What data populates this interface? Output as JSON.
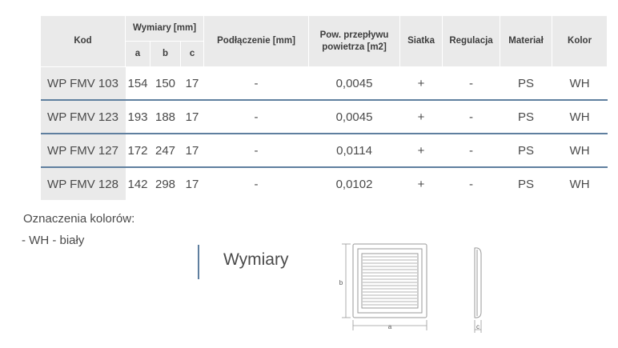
{
  "table": {
    "headers": {
      "kod": "Kod",
      "wymiary": "Wymiary [mm]",
      "a": "a",
      "b": "b",
      "c": "c",
      "podlaczenie": "Podłączenie [mm]",
      "pow_line1": "Pow. przepływu",
      "pow_line2": "powietrza [m2]",
      "siatka": "Siatka",
      "regulacja": "Regulacja",
      "material": "Materiał",
      "kolor": "Kolor"
    },
    "rows": [
      {
        "kod": "WP FMV 103",
        "a": "154",
        "b": "150",
        "c": "17",
        "podlaczenie": "-",
        "pow": "0,0045",
        "siatka": "+",
        "regulacja": "-",
        "material": "PS",
        "kolor": "WH"
      },
      {
        "kod": "WP FMV 123",
        "a": "193",
        "b": "188",
        "c": "17",
        "podlaczenie": "-",
        "pow": "0,0045",
        "siatka": "+",
        "regulacja": "-",
        "material": "PS",
        "kolor": "WH"
      },
      {
        "kod": "WP FMV 127",
        "a": "172",
        "b": "247",
        "c": "17",
        "podlaczenie": "-",
        "pow": "0,0114",
        "siatka": "+",
        "regulacja": "-",
        "material": "PS",
        "kolor": "WH"
      },
      {
        "kod": "WP FMV 128",
        "a": "142",
        "b": "298",
        "c": "17",
        "podlaczenie": "-",
        "pow": "0,0102",
        "siatka": "+",
        "regulacja": "-",
        "material": "PS",
        "kolor": "WH"
      }
    ]
  },
  "notes": {
    "line1": "Oznaczenia kolorów:",
    "line2": "- WH - biały"
  },
  "dimensions": {
    "title": "Wymiary",
    "label_a": "a",
    "label_b": "b",
    "label_c": "c"
  },
  "colors": {
    "header_bg": "#eaeaea",
    "row_separator": "#5f7f9f",
    "text": "#4a4a4a"
  }
}
